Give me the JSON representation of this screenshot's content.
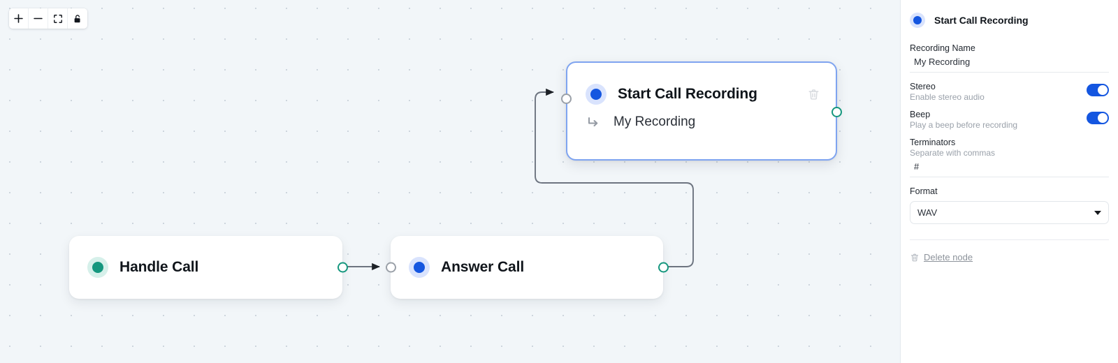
{
  "toolbar": {
    "zoom_in_label": "zoom-in",
    "zoom_out_label": "zoom-out",
    "fit_view_label": "fit-view",
    "lock_label": "lock"
  },
  "canvas": {
    "nodes": [
      {
        "id": "handle-call",
        "title": "Handle Call",
        "accent": "#15977e",
        "selected": false,
        "subtitle": null
      },
      {
        "id": "answer-call",
        "title": "Answer Call",
        "accent": "#1456e0",
        "selected": false,
        "subtitle": null
      },
      {
        "id": "start-call-recording",
        "title": "Start Call Recording",
        "accent": "#1456e0",
        "selected": true,
        "subtitle": "My Recording"
      }
    ]
  },
  "panel": {
    "title": "Start Call Recording",
    "accent": "#1456e0",
    "fields": {
      "recording_name": {
        "label": "Recording Name",
        "value": "My Recording",
        "placeholder": "My Recording"
      },
      "stereo": {
        "label": "Stereo",
        "hint": "Enable stereo audio",
        "enabled": "on"
      },
      "beep": {
        "label": "Beep",
        "hint": "Play a beep before recording",
        "enabled": "on"
      },
      "terminators": {
        "label": "Terminators",
        "hint": "Separate with commas",
        "value": "#",
        "placeholder": "#"
      },
      "format": {
        "label": "Format",
        "value": "WAV",
        "options": [
          "WAV"
        ]
      }
    },
    "delete_label": "Delete node"
  }
}
